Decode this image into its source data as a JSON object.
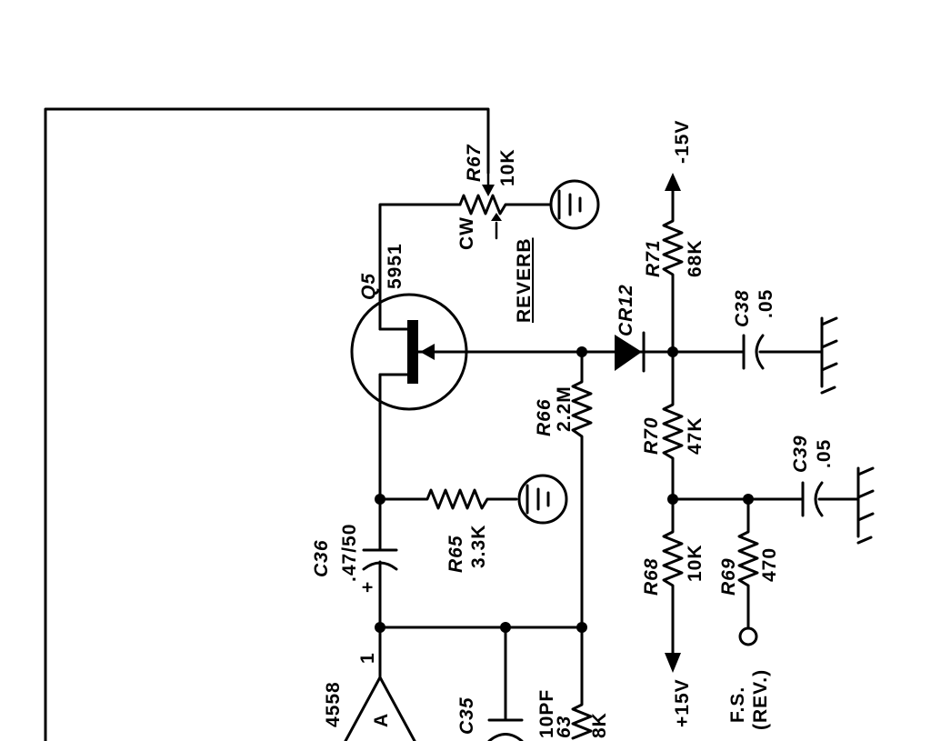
{
  "components": {
    "q5": {
      "ref": "Q5",
      "part": "5951"
    },
    "r67": {
      "ref": "R67",
      "value": "10K",
      "cw": "CW",
      "control": "REVERB"
    },
    "r71": {
      "ref": "R71",
      "value": "68K"
    },
    "cr12": {
      "ref": "CR12"
    },
    "c38": {
      "ref": "C38",
      "value": ".05"
    },
    "r66": {
      "ref": "R66",
      "value": "2.2M"
    },
    "r70": {
      "ref": "R70",
      "value": "47K"
    },
    "c39": {
      "ref": "C39",
      "value": ".05"
    },
    "r65": {
      "ref": "R65",
      "value": "3.3K"
    },
    "c36": {
      "ref": "C36",
      "value": ".47/50",
      "polarity": "+"
    },
    "r68": {
      "ref": "R68",
      "value": "10K"
    },
    "r69": {
      "ref": "R69",
      "value": "470"
    },
    "c35": {
      "ref": "C35",
      "value": "10PF"
    },
    "r63": {
      "ref": "63",
      "value": "8K"
    },
    "opamp": {
      "part": "4558",
      "unit": "A",
      "pin": "1"
    }
  },
  "supplies": {
    "neg": "-15V",
    "pos": "+15V"
  },
  "footswitch": {
    "label": "F.S.",
    "sub": "(REV.)"
  },
  "colors": {
    "ink": "#000000",
    "paper": "#ffffff"
  }
}
